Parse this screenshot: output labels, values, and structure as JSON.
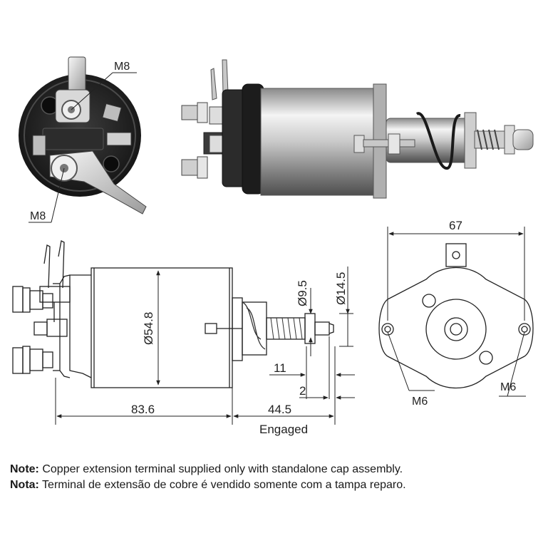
{
  "labels": {
    "m8_top": "M8",
    "m8_bottom": "M8",
    "m6_left": "M6",
    "m6_right": "M6",
    "dia_body": "Ø54.8",
    "dia_plunger": "Ø9.5",
    "dia_flange": "Ø14.5",
    "dim_length": "83.6",
    "dim_travel": "44.5",
    "dim_engaged": "Engaged",
    "dim_11": "11",
    "dim_2": "2",
    "dim_width": "67"
  },
  "notes": {
    "en_prefix": "Note:",
    "en_text": "Copper extension terminal supplied only with standalone cap assembly.",
    "pt_prefix": "Nota:",
    "pt_text": "Terminal de extensão de cobre é vendido somente com a tampa reparo."
  },
  "colors": {
    "line": "#222222",
    "metal_light": "#e6e6e6",
    "metal_dark": "#6b6b6b",
    "rubber": "#1e1e1e"
  }
}
